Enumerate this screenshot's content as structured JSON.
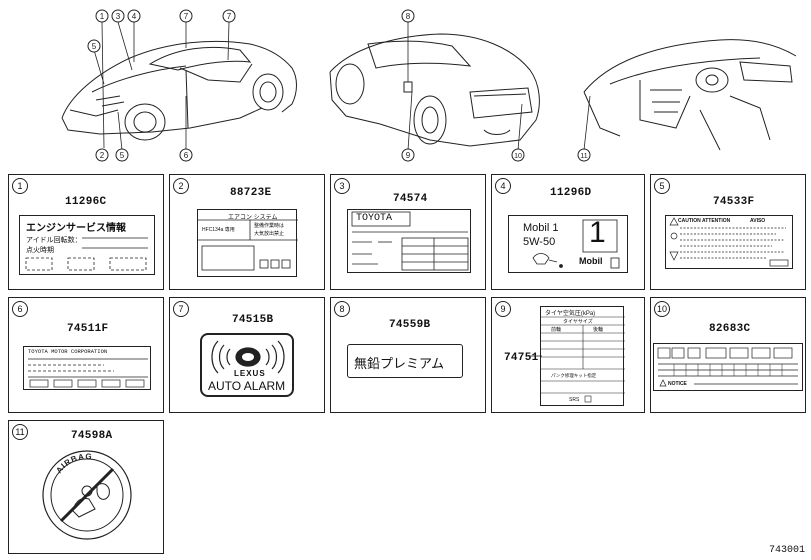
{
  "callouts": [
    "1",
    "2",
    "3",
    "4",
    "5",
    "6",
    "7",
    "8",
    "9",
    "10",
    "11"
  ],
  "panels": [
    {
      "num": "1",
      "part": "11296C",
      "title": "エンジンサービス情報",
      "line1": "アイドル回転数：",
      "line2": "点火時期"
    },
    {
      "num": "2",
      "part": "88723E",
      "title": "エアコン システム",
      "refrig": "HFC134a 専用",
      "note1": "整備作業時は",
      "note2": "大気放出禁止"
    },
    {
      "num": "3",
      "part": "74574",
      "brand": "TOYOTA"
    },
    {
      "num": "4",
      "part": "11296D",
      "oil_brand": "Mobil 1",
      "viscosity": "5W-50",
      "big_num": "1",
      "oil_small": "Mobil"
    },
    {
      "num": "5",
      "part": "74533F",
      "warn1": "CAUTION ATTENTION",
      "warn2": "AVISO"
    },
    {
      "num": "6",
      "part": "74511F",
      "header": "TOYOTA MOTOR CORPORATION"
    },
    {
      "num": "7",
      "part": "74515B",
      "logo": "LEXUS",
      "alarm": "AUTO ALARM"
    },
    {
      "num": "8",
      "part": "74559B",
      "fuel": "無鉛プレミアム"
    },
    {
      "num": "9",
      "part": "74751",
      "tire_title": "タイヤ空気圧(kPa)",
      "tire_size": "タイヤサイズ",
      "col1": "前輪",
      "col2": "後輪",
      "repair": "パンク修理キット指定",
      "srs": "SRS"
    },
    {
      "num": "10",
      "part": "82683C",
      "note": "NOTICE"
    },
    {
      "num": "11",
      "part": "74598A",
      "airbag": "AIRBAG"
    }
  ],
  "diagram_ref": "743001"
}
